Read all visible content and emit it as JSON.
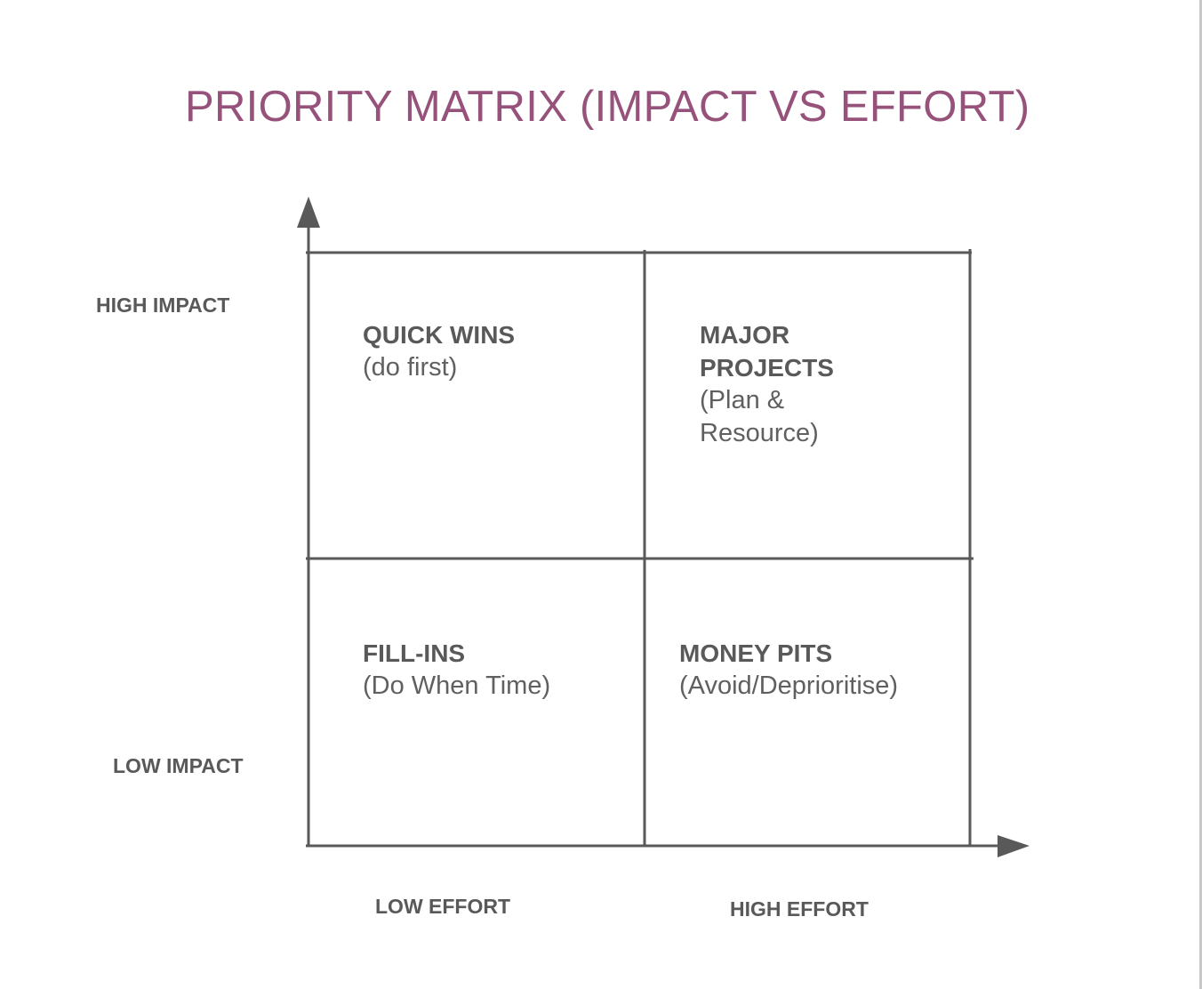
{
  "title": "PRIORITY MATRIX (IMPACT VS EFFORT)",
  "colors": {
    "title": "#96527a",
    "lines": "#595959",
    "text": "#595959",
    "background": "#ffffff"
  },
  "axes": {
    "y": {
      "high_label": "HIGH IMPACT",
      "low_label": "LOW IMPACT",
      "arrow_icon": "arrow-up-icon"
    },
    "x": {
      "low_label": "LOW EFFORT",
      "high_label": "HIGH EFFORT",
      "arrow_icon": "arrow-right-icon"
    }
  },
  "quadrants": [
    {
      "position": "top-left",
      "title": "QUICK WINS",
      "subtitle": "(do first)"
    },
    {
      "position": "top-right",
      "title": "MAJOR PROJECTS",
      "subtitle": "(Plan & Resource)"
    },
    {
      "position": "bottom-left",
      "title": "FILL-INS",
      "subtitle": "(Do When Time)"
    },
    {
      "position": "bottom-right",
      "title": "MONEY PITS",
      "subtitle": "(Avoid/Deprioritise)"
    }
  ]
}
